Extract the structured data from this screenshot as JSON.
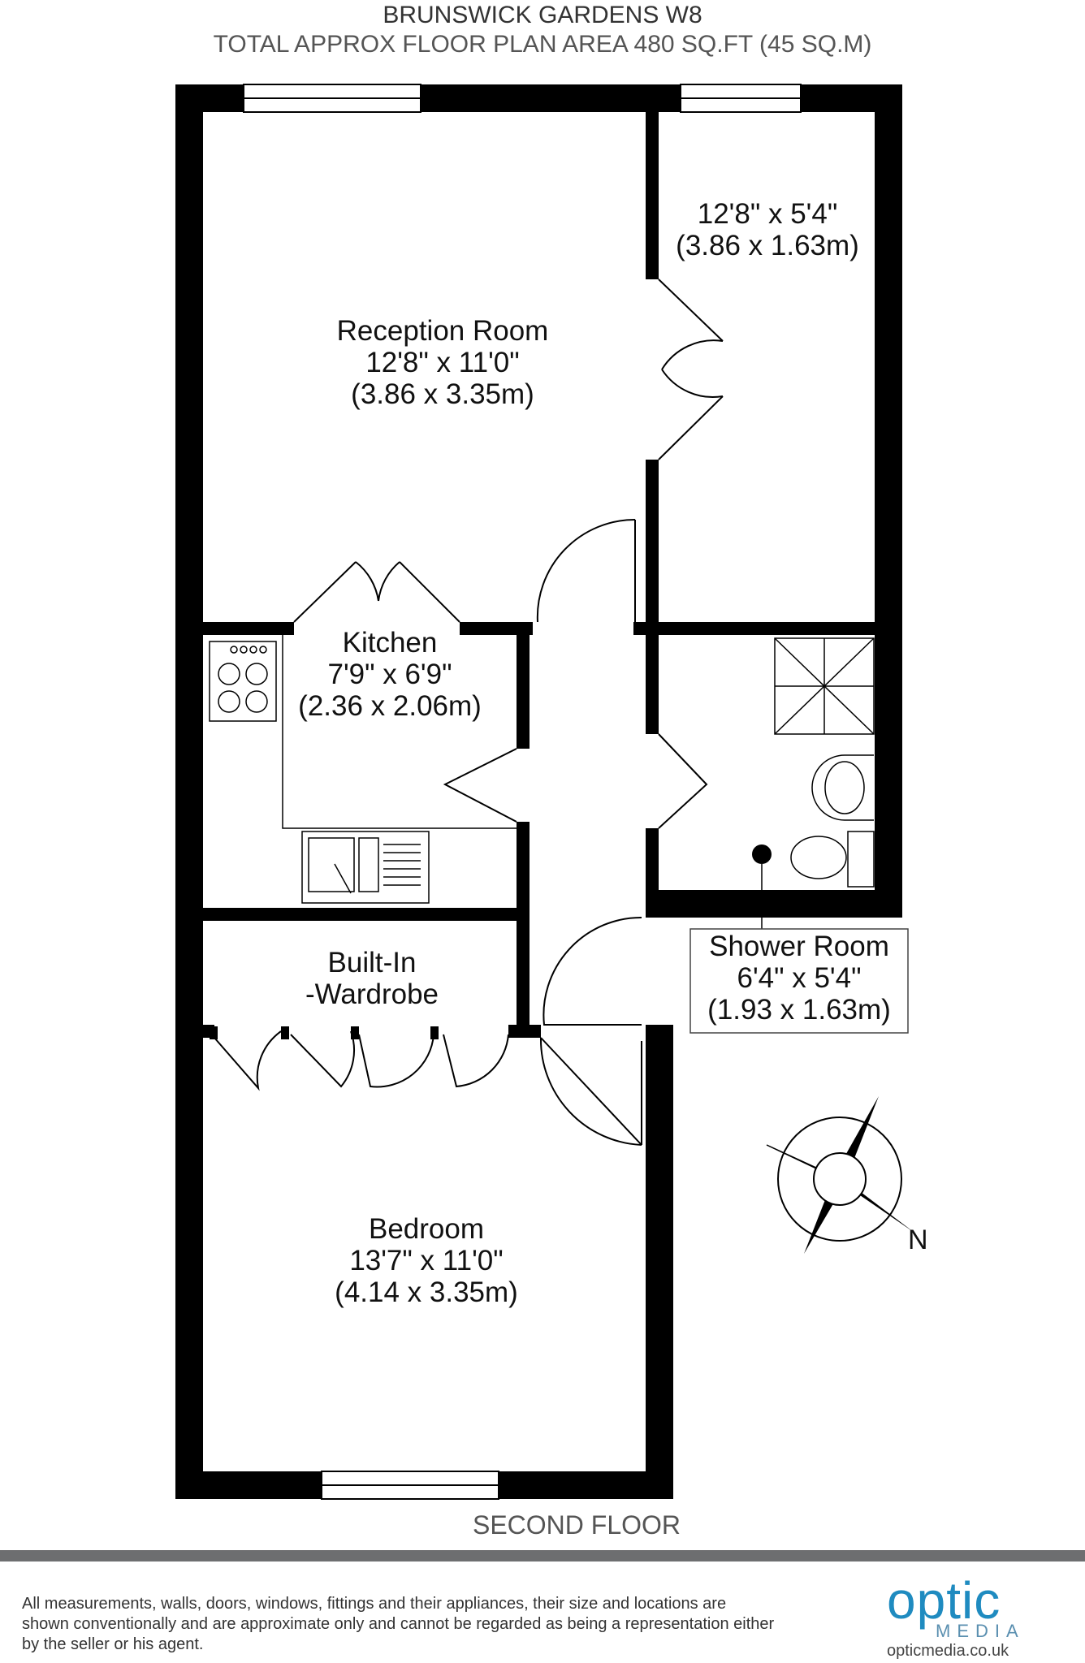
{
  "header": {
    "title": "BRUNSWICK GARDENS W8",
    "subtitle": "TOTAL APPROX FLOOR PLAN AREA 480 SQ.FT (45 SQ.M)"
  },
  "rooms": {
    "reception": {
      "name": "Reception Room",
      "imperial": "12'8\" x 11'0\"",
      "metric": "(3.86 x 3.35m)"
    },
    "side_room": {
      "imperial": "12'8\" x 5'4\"",
      "metric": "(3.86 x 1.63m)"
    },
    "kitchen": {
      "name": "Kitchen",
      "imperial": "7'9\" x 6'9\"",
      "metric": "(2.36 x 2.06m)"
    },
    "wardrobe": {
      "name_line1": "Built-In",
      "name_line2": "-Wardrobe"
    },
    "shower": {
      "name": "Shower Room",
      "imperial": "6'4\" x 5'4\"",
      "metric": "(1.93 x 1.63m)"
    },
    "bedroom": {
      "name": "Bedroom",
      "imperial": "13'7\" x 11'0\"",
      "metric": "(4.14 x 3.35m)"
    }
  },
  "floor_label": "SECOND FLOOR",
  "compass": {
    "north_label": "N"
  },
  "footer": {
    "disclaimer": "All measurements, walls, doors, windows, fittings and their appliances, their size and locations are shown conventionally and are approximate only and cannot be regarded as being a representation either by the seller or his agent.",
    "brand_name": "optic",
    "brand_sub": "MEDIA",
    "brand_url": "opticmedia.co.uk"
  },
  "colors": {
    "wall": "#000000",
    "accent": "#1f8bc0",
    "bar": "#6d6e70"
  }
}
